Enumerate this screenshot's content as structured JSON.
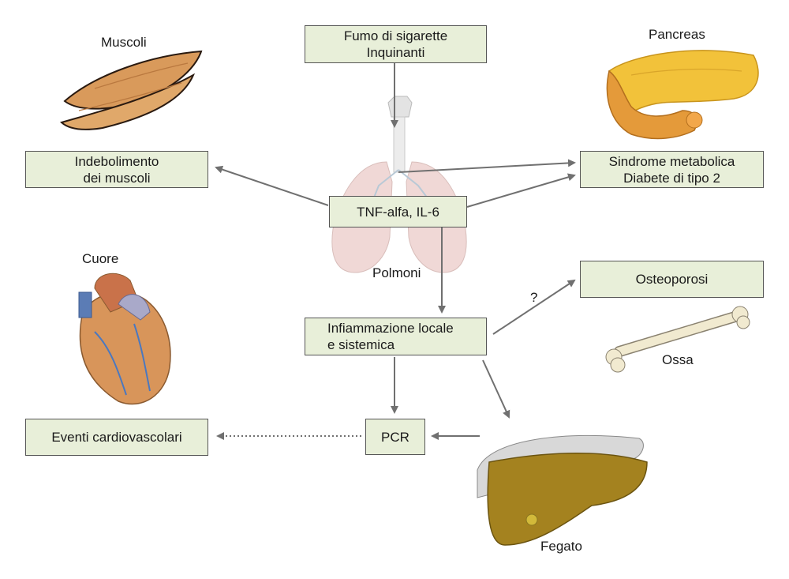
{
  "source_box": {
    "line1": "Fumo di sigarette",
    "line2": "Inquinanti"
  },
  "cytokine_box": {
    "text": "TNF-alfa, IL-6"
  },
  "inflammation_box": {
    "line1": "Infiammazione locale",
    "line2": "e sistemica"
  },
  "muscle_box": {
    "line1": "Indebolimento",
    "line2": "dei muscoli"
  },
  "metabolic_box": {
    "line1": "Sindrome metabolica",
    "line2": "Diabete di tipo 2"
  },
  "osteo_box": {
    "text": "Osteoporosi"
  },
  "pcr_box": {
    "text": "PCR"
  },
  "cardio_box": {
    "text": "Eventi cardiovascolari"
  },
  "labels": {
    "muscoli": "Muscoli",
    "pancreas": "Pancreas",
    "cuore": "Cuore",
    "polmoni": "Polmoni",
    "ossa": "Ossa",
    "fegato": "Fegato",
    "question": "?"
  },
  "colors": {
    "box_fill": "#e8efd9",
    "arrow": "#707070",
    "muscle": "#d99a5b",
    "pancreas": "#f2c23a",
    "heart": "#d8955a",
    "liver": "#a4821f",
    "lung": "#f0d8d6",
    "bone": "#f1ead0"
  },
  "icons": [
    "muscle-illustration",
    "pancreas-illustration",
    "lungs-illustration",
    "heart-illustration",
    "bone-illustration",
    "liver-illustration"
  ]
}
